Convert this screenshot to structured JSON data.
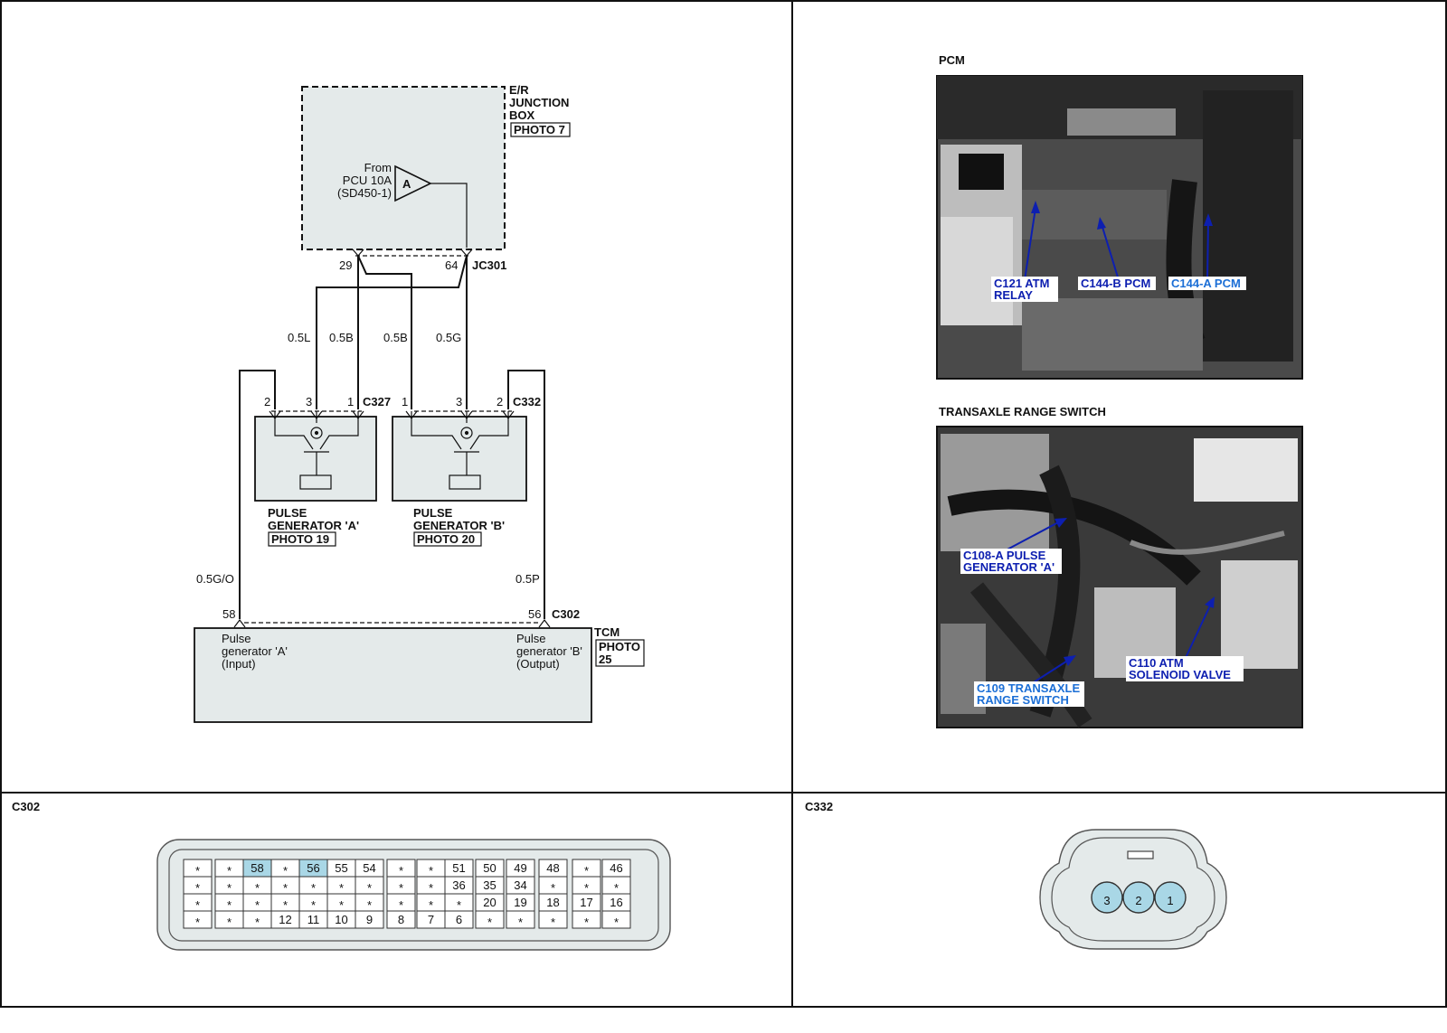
{
  "schematic": {
    "junction_box": {
      "lines": [
        "E/R",
        "JUNCTION",
        "BOX"
      ],
      "photo": "PHOTO 7"
    },
    "source": {
      "line1": "From",
      "line2": "PCU 10A",
      "line3": "(SD450-1)",
      "marker": "A"
    },
    "junction_connector": {
      "name": "JC301",
      "pin_left": "29",
      "pin_right": "64"
    },
    "wires": {
      "w1": "0.5L",
      "w2": "0.5B",
      "w3": "0.5B",
      "w4": "0.5G",
      "w5": "0.5G/O",
      "w6": "0.5P"
    },
    "gen_a": {
      "connector": "C327",
      "pins": [
        "2",
        "3",
        "1"
      ],
      "lines": [
        "PULSE",
        "GENERATOR 'A'"
      ],
      "photo": "PHOTO 19"
    },
    "gen_b": {
      "connector": "C332",
      "pins": [
        "1",
        "3",
        "2"
      ],
      "lines": [
        "PULSE",
        "GENERATOR 'B'"
      ],
      "photo": "PHOTO 20"
    },
    "tcm": {
      "title": "TCM",
      "photo_lines": [
        "PHOTO",
        "25"
      ],
      "connector": "C302",
      "pin_a": "58",
      "pin_b": "56",
      "label_a": [
        "Pulse",
        "generator 'A'",
        "(Input)"
      ],
      "label_b": [
        "Pulse",
        "generator 'B'",
        "(Output)"
      ]
    }
  },
  "photos": {
    "pcm": {
      "title": "PCM",
      "callouts": [
        [
          "C121 ATM",
          "RELAY"
        ],
        [
          "C144-B PCM"
        ],
        [
          "C144-A PCM"
        ]
      ]
    },
    "trs": {
      "title": "TRANSAXLE RANGE SWITCH",
      "callouts": [
        [
          "C108-A PULSE",
          "GENERATOR 'A'"
        ],
        [
          "C109 TRANSAXLE",
          "RANGE SWITCH"
        ],
        [
          "C110 ATM",
          "SOLENOID VALVE"
        ]
      ]
    }
  },
  "c302": {
    "title": "C302",
    "rows": [
      [
        "*",
        "*",
        "58",
        "*",
        "56",
        "55",
        "54",
        "*",
        "*",
        "51",
        "50",
        "49",
        "48",
        "*",
        "46"
      ],
      [
        "*",
        "*",
        "*",
        "*",
        "*",
        "*",
        "*",
        "*",
        "*",
        "36",
        "35",
        "34",
        "*",
        "*",
        "*"
      ],
      [
        "*",
        "*",
        "*",
        "*",
        "*",
        "*",
        "*",
        "*",
        "*",
        "*",
        "20",
        "19",
        "18",
        "17",
        "16"
      ],
      [
        "*",
        "*",
        "*",
        "12",
        "11",
        "10",
        "9",
        "8",
        "7",
        "6",
        "*",
        "*",
        "*",
        "*",
        "*"
      ]
    ],
    "highlight": [
      "58",
      "56"
    ]
  },
  "c332": {
    "title": "C332",
    "pins": [
      "3",
      "2",
      "1"
    ]
  },
  "colors": {
    "box": "#e4eaea",
    "highlight": "#a9d7e6",
    "callout_dark": "#0d1fb0",
    "callout_light": "#1c6fd6"
  }
}
